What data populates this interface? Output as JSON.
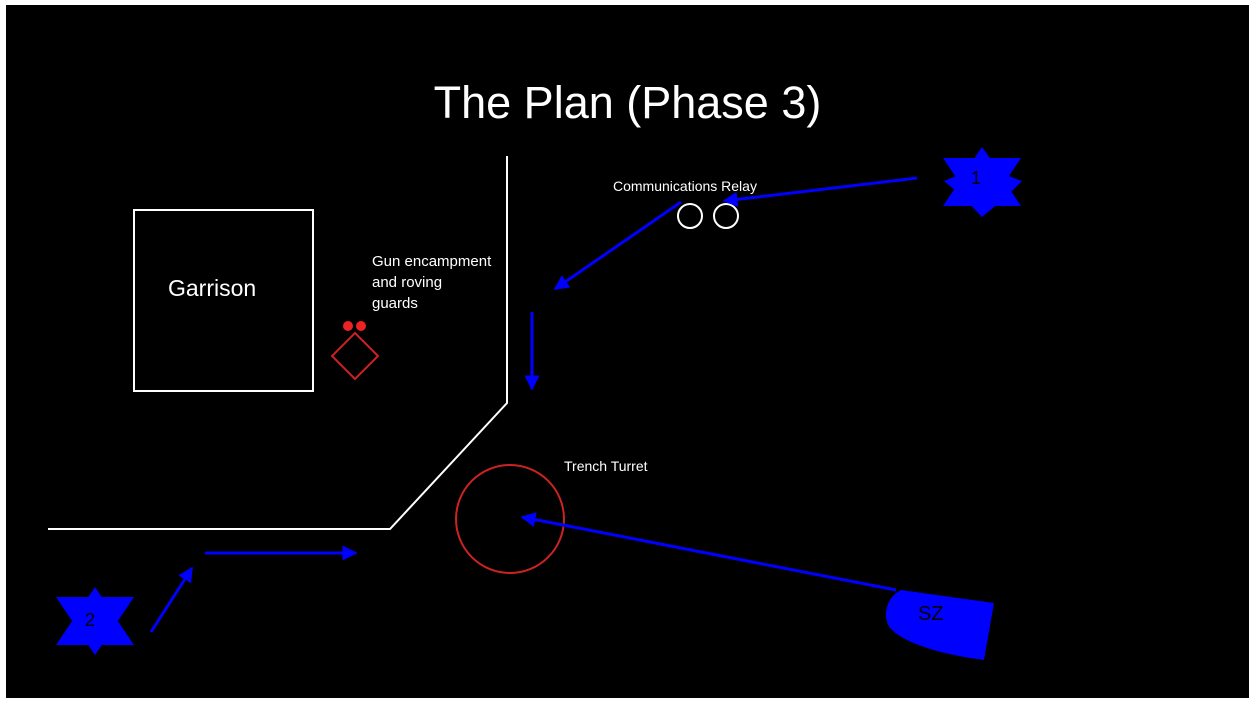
{
  "title": "The Plan (Phase 3)",
  "labels": {
    "garrison": "Garrison",
    "gun_encampment": "Gun encampment and roving guards",
    "communications_relay": "Communications Relay",
    "trench_turret": "Trench Turret"
  },
  "markers": {
    "squad_1": "1",
    "squad_2": "2",
    "start_zone": "SZ"
  },
  "colors": {
    "background": "#000000",
    "walls": "#ffffff",
    "friendly": "#0000ff",
    "hostile": "#cc2222"
  }
}
